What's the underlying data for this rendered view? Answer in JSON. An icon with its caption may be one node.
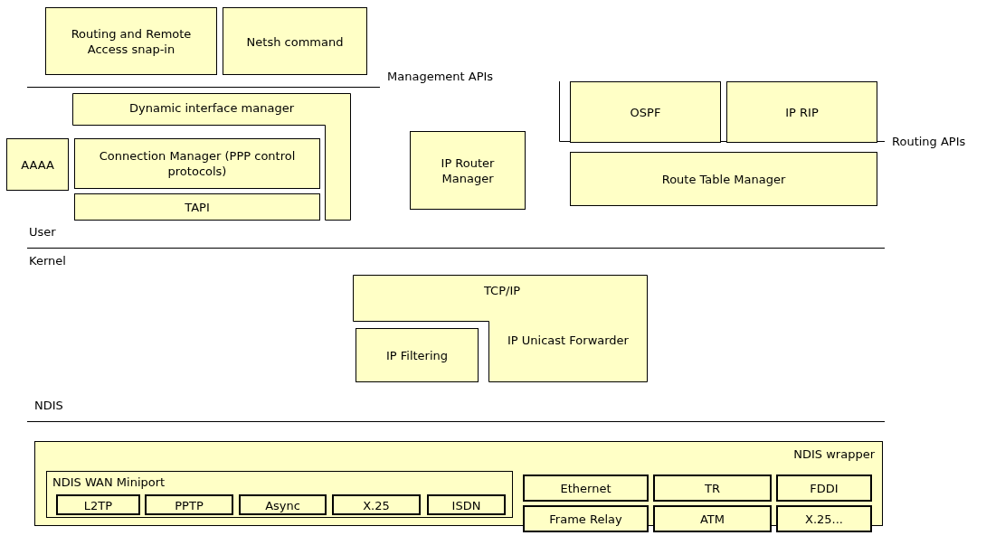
{
  "diagram": {
    "nodes": [
      {
        "text": [
          "Routing and Remote Access snap-in"
        ]
      },
      {
        "text": [
          "Netsh command"
        ]
      },
      {
        "text": [
          "OSPF"
        ]
      },
      {
        "text": [
          "IP RIP"
        ]
      },
      {
        "text": [
          "Dynamic interface manager"
        ]
      },
      {
        "text": [
          "AAAA"
        ]
      },
      {
        "text": [
          "Connection Manager (PPP control protocols)"
        ]
      },
      {
        "text": [
          "IP Router Manager"
        ]
      },
      {
        "text": [
          "Route Table Manager"
        ]
      },
      {
        "text": [
          "TAPI"
        ]
      },
      {
        "text": [
          "TCP/IP",
          "IP Unicast Forwarder"
        ]
      },
      {
        "text": [
          "IP Filtering"
        ]
      },
      {
        "text": [
          "NDIS wrapper"
        ]
      },
      {
        "text": [
          "NDIS WAN Miniport"
        ],
        "in": 12
      },
      {
        "text": [
          "Ethernet"
        ],
        "in": 12
      },
      {
        "text": [
          "TR"
        ],
        "in": 12
      },
      {
        "text": [
          "FDDI"
        ],
        "in": 12
      },
      {
        "text": [
          "L2TP"
        ],
        "in": 13
      },
      {
        "text": [
          "PPTP"
        ],
        "in": 13
      },
      {
        "text": [
          "Async"
        ],
        "in": 13
      },
      {
        "text": [
          "X.25"
        ],
        "in": 13
      },
      {
        "text": [
          "ISDN"
        ],
        "in": 13
      },
      {
        "text": [
          "Frame Relay"
        ],
        "in": 12
      },
      {
        "text": [
          "ATM"
        ],
        "in": 12
      },
      {
        "text": [
          "X.25..."
        ],
        "in": 12
      }
    ],
    "labels": [
      "Management APIs",
      "Routing APIs",
      "User",
      "Kernel",
      "NDIS"
    ]
  }
}
